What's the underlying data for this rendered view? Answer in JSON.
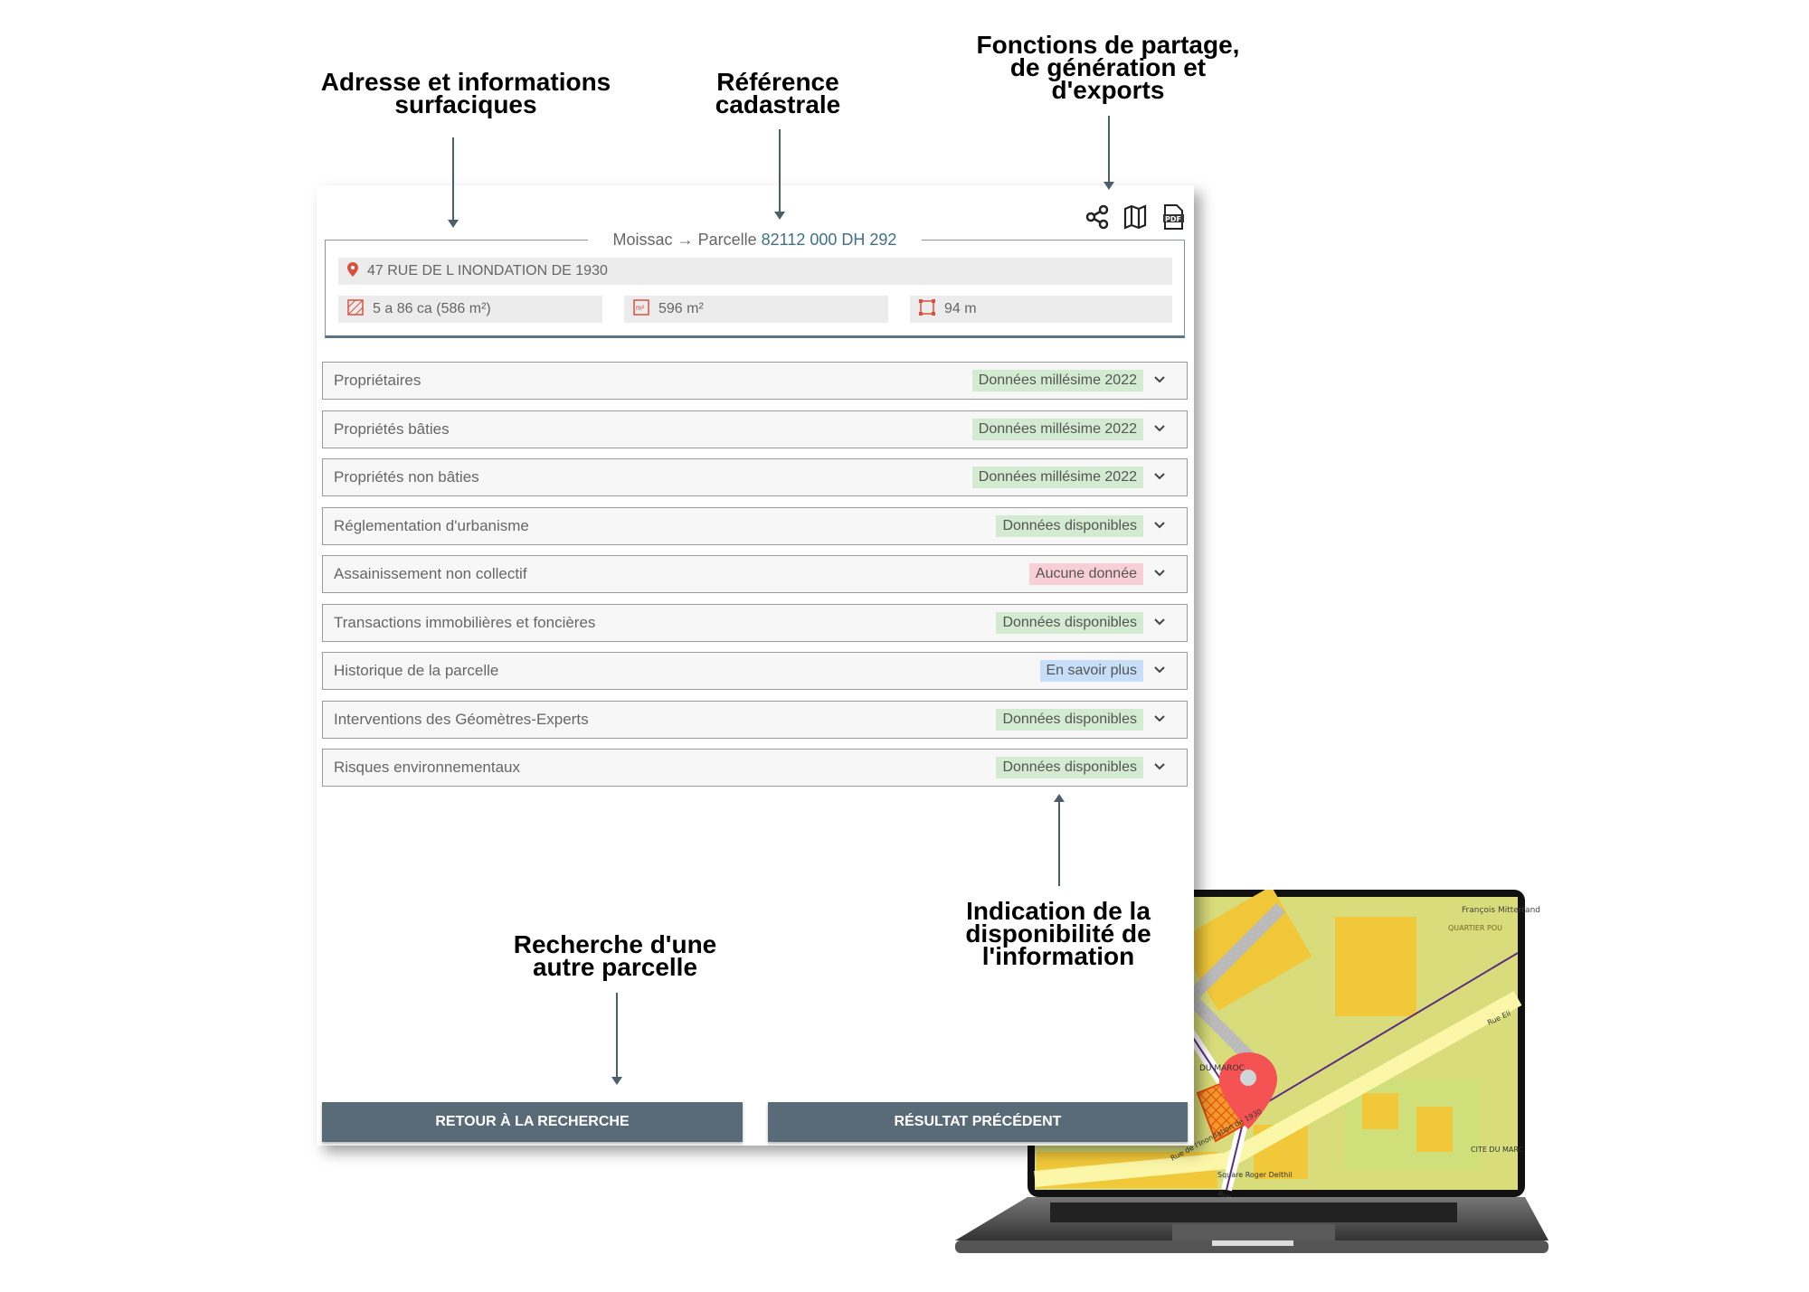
{
  "annotations": {
    "address": "Adresse et informations\nsurfaciques",
    "cadastral": "Référence\ncadastrale",
    "share": "Fonctions de partage,\nde génération et\nd'exports",
    "availability": "Indication de la\ndisponibilité de\nl'information",
    "search": "Recherche d'une\nautre parcelle"
  },
  "toolbar": {
    "icons": [
      "share-icon",
      "map-icon",
      "pdf-icon"
    ]
  },
  "header": {
    "commune": "Moissac",
    "arrow": "→",
    "parcel_prefix": "Parcelle",
    "reference": "82112 000 DH 292"
  },
  "info": {
    "address": "47 RUE DE L INONDATION DE 1930",
    "area_cadastral": "5 a 86 ca (586 m²)",
    "area_computed": "596 m²",
    "perimeter": "94 m"
  },
  "colors": {
    "accent": "#3f7185",
    "green": "#d3ebd1",
    "red": "#f7cfd4",
    "blue": "#c6def8",
    "button": "#5a6b78",
    "icon": "#d9503f"
  },
  "sections": [
    {
      "label": "Propriétaires",
      "badge": "Données millésime 2022",
      "status": "green"
    },
    {
      "label": "Propriétés bâties",
      "badge": "Données millésime 2022",
      "status": "green"
    },
    {
      "label": "Propriétés non bâties",
      "badge": "Données millésime 2022",
      "status": "green"
    },
    {
      "label": "Réglementation d'urbanisme",
      "badge": "Données disponibles",
      "status": "green"
    },
    {
      "label": "Assainissement non collectif",
      "badge": "Aucune donnée",
      "status": "red"
    },
    {
      "label": "Transactions immobilières et foncières",
      "badge": "Données disponibles",
      "status": "green"
    },
    {
      "label": "Historique de la parcelle",
      "badge": "En savoir plus",
      "status": "blue"
    },
    {
      "label": "Interventions des Géomètres-Experts",
      "badge": "Données disponibles",
      "status": "green"
    },
    {
      "label": "Risques environnementaux",
      "badge": "Données disponibles",
      "status": "green"
    }
  ],
  "buttons": {
    "back": "RETOUR À LA RECHERCHE",
    "previous": "RÉSULTAT PRÉCÉDENT"
  },
  "map": {
    "labels": [
      "François Mitterrand",
      "QUARTIER POU",
      "Rue de l'Inondation de 1930",
      "Square Roger Delthil",
      "CITE DU MARC",
      "DU MAROC",
      "Rue Eli",
      "Rue du M"
    ]
  }
}
